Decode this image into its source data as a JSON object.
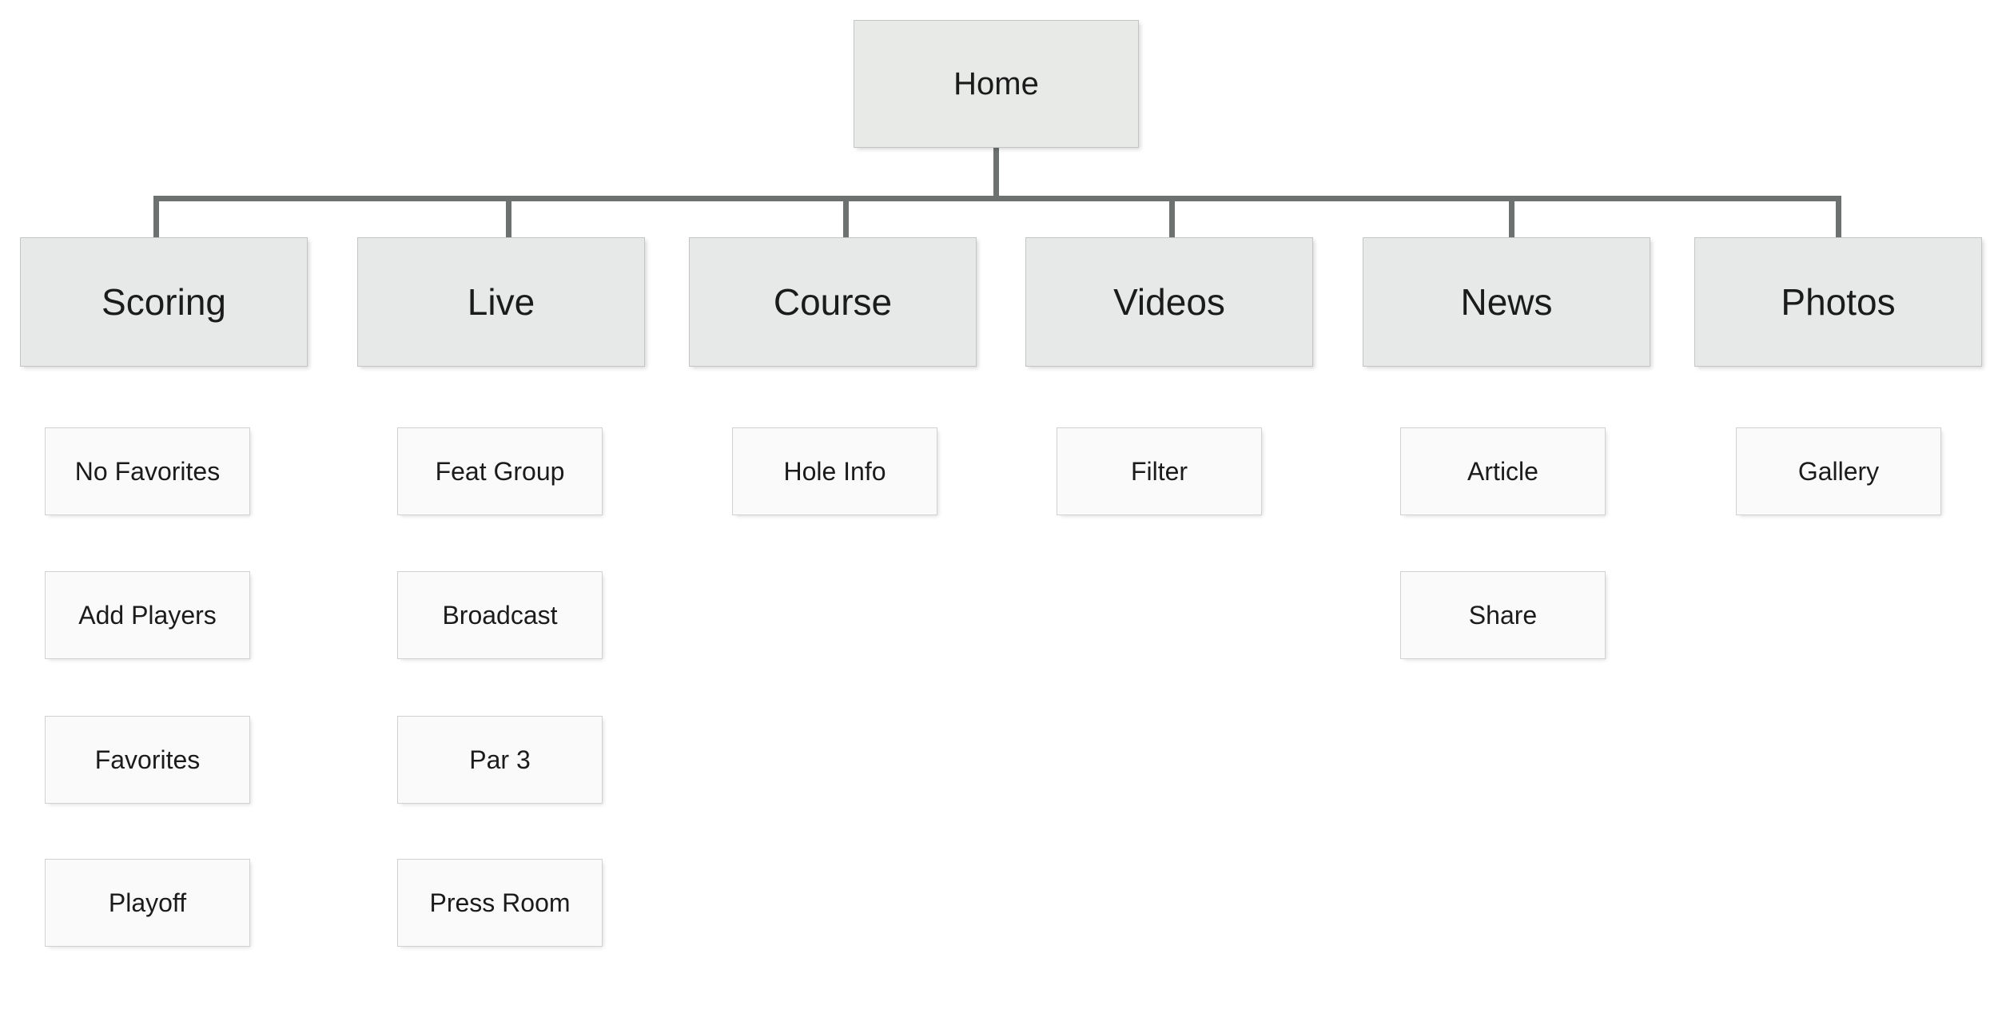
{
  "diagram": {
    "title": "Home",
    "type": "sitemap",
    "colors": {
      "root_fill": "#e8eae8",
      "category_fill": "#e6e9e7",
      "leaf_fill": "#fafafa",
      "border": "#c3c6c5",
      "connector": "#6d7271",
      "text": "#1b1b1b",
      "background": "#ffffff"
    }
  },
  "root": {
    "label": "Home"
  },
  "columns": [
    {
      "category": "Scoring",
      "children": [
        {
          "label": "No Favorites"
        },
        {
          "label": "Add Players"
        },
        {
          "label": "Favorites"
        },
        {
          "label": "Playoff"
        }
      ]
    },
    {
      "category": "Live",
      "children": [
        {
          "label": "Feat Group"
        },
        {
          "label": "Broadcast"
        },
        {
          "label": "Par 3"
        },
        {
          "label": "Press Room"
        }
      ]
    },
    {
      "category": "Course",
      "children": [
        {
          "label": "Hole Info"
        }
      ]
    },
    {
      "category": "Videos",
      "children": [
        {
          "label": "Filter"
        }
      ]
    },
    {
      "category": "News",
      "children": [
        {
          "label": "Article"
        },
        {
          "label": "Share"
        }
      ]
    },
    {
      "category": "Photos",
      "children": [
        {
          "label": "Gallery"
        }
      ]
    }
  ]
}
